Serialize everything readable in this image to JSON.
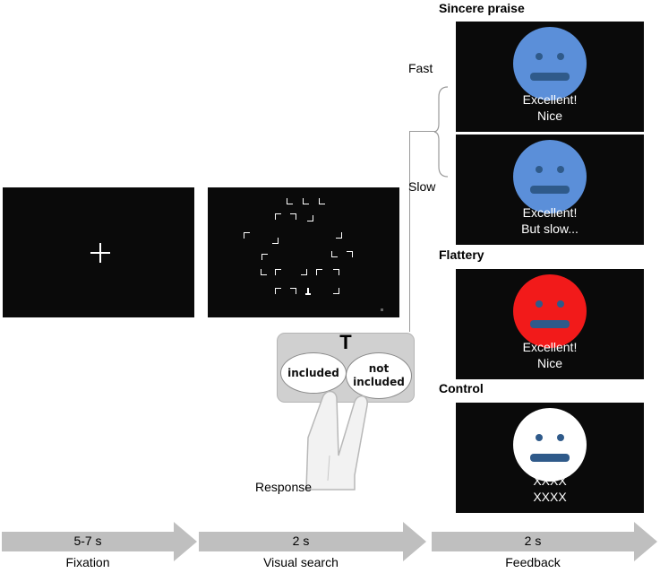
{
  "fixation": {
    "duration": "5-7 s",
    "label": "Fixation"
  },
  "visual_search": {
    "duration": "2 s",
    "label": "Visual search",
    "response_panel": {
      "target": "T",
      "option_included": "included",
      "option_not_line1": "not",
      "option_not_line2": "included"
    },
    "response_label": "Response"
  },
  "feedback": {
    "duration": "2 s",
    "label": "Feedback",
    "fast_label": "Fast",
    "slow_label": "Slow",
    "sections": {
      "sincere": "Sincere praise",
      "flattery": "Flattery",
      "control": "Control"
    },
    "faces": [
      {
        "id": "sincere-fast",
        "color": "#5b8fd9",
        "line1": "Excellent!",
        "line2": "Nice"
      },
      {
        "id": "sincere-slow",
        "color": "#5b8fd9",
        "line1": "Excellent!",
        "line2": "But slow..."
      },
      {
        "id": "flattery",
        "color": "#f21a1a",
        "line1": "Excellent!",
        "line2": "Nice"
      },
      {
        "id": "control",
        "color": "#ffffff",
        "line1": "XXXX",
        "line2": "XXXX"
      }
    ]
  },
  "colors": {
    "face_features": "#2f5a8a",
    "arrow": "#bfbfbf",
    "screen": "#0a0a0a"
  }
}
